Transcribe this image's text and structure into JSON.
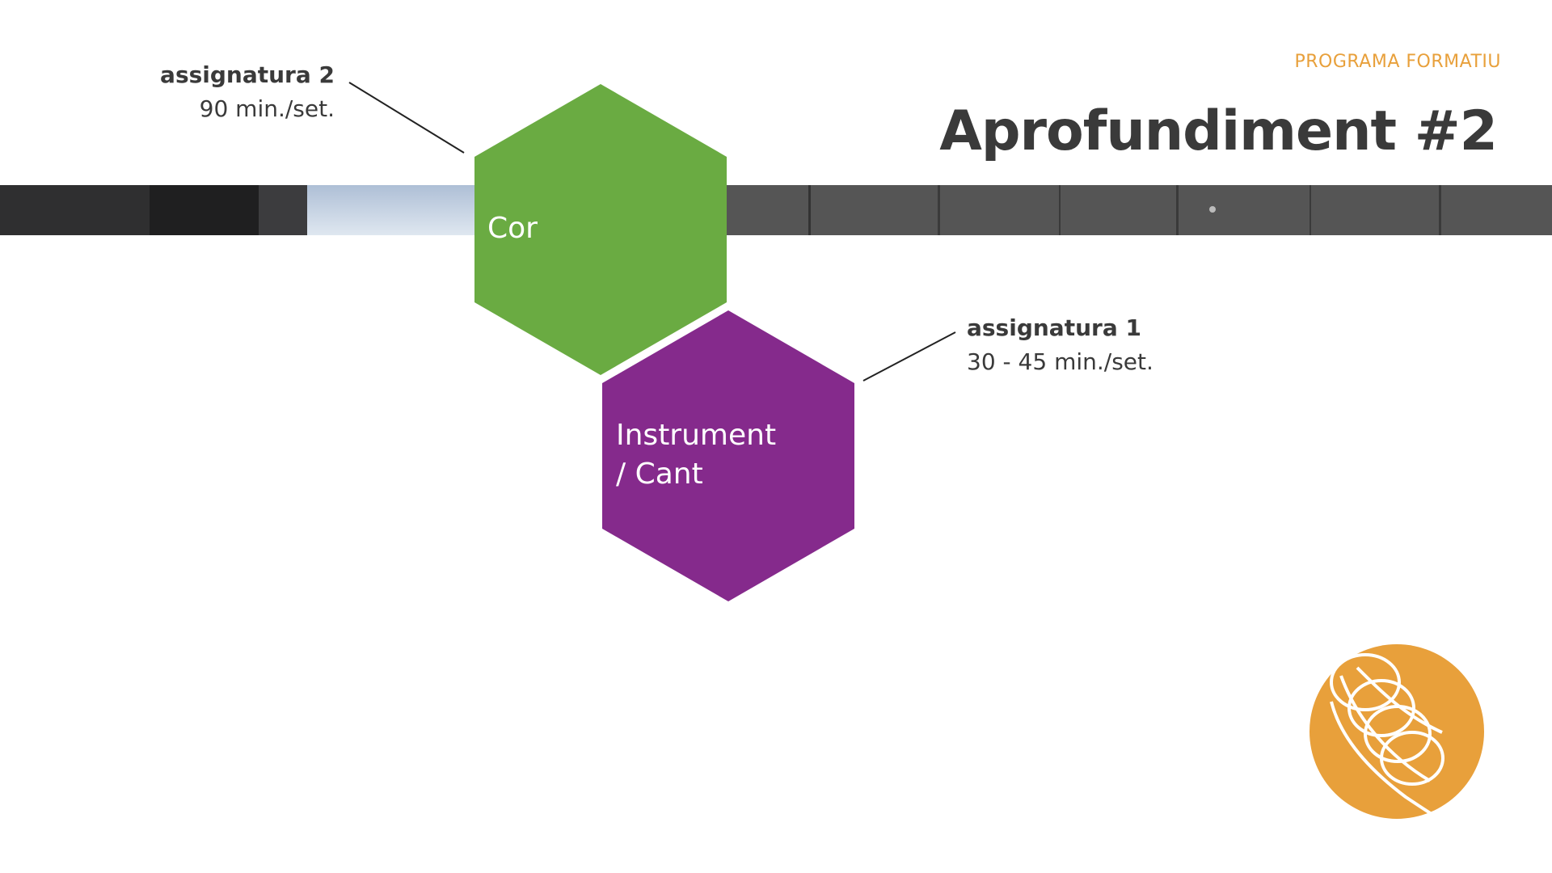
{
  "slide": {
    "kicker": "PROGRAMA FORMATIU",
    "title": "Aprofundiment #2"
  },
  "diagram": {
    "hexagons": [
      {
        "label": "Cor",
        "color": "#6aab42"
      },
      {
        "label_line1": "Instrument",
        "label_line2": "/ Cant",
        "color": "#852a8c"
      }
    ],
    "callouts": [
      {
        "name": "assignatura 2",
        "time": "90 min./set."
      },
      {
        "name": "assignatura 1",
        "time": "30 - 45 min./set."
      }
    ]
  },
  "colors": {
    "accent": "#e8a03b",
    "text": "#3a3a3a",
    "green": "#6aab42",
    "purple": "#852a8c"
  },
  "decor": {
    "band": "photo-strip",
    "logo_icon": "orange-circle-rings-logo-icon"
  }
}
